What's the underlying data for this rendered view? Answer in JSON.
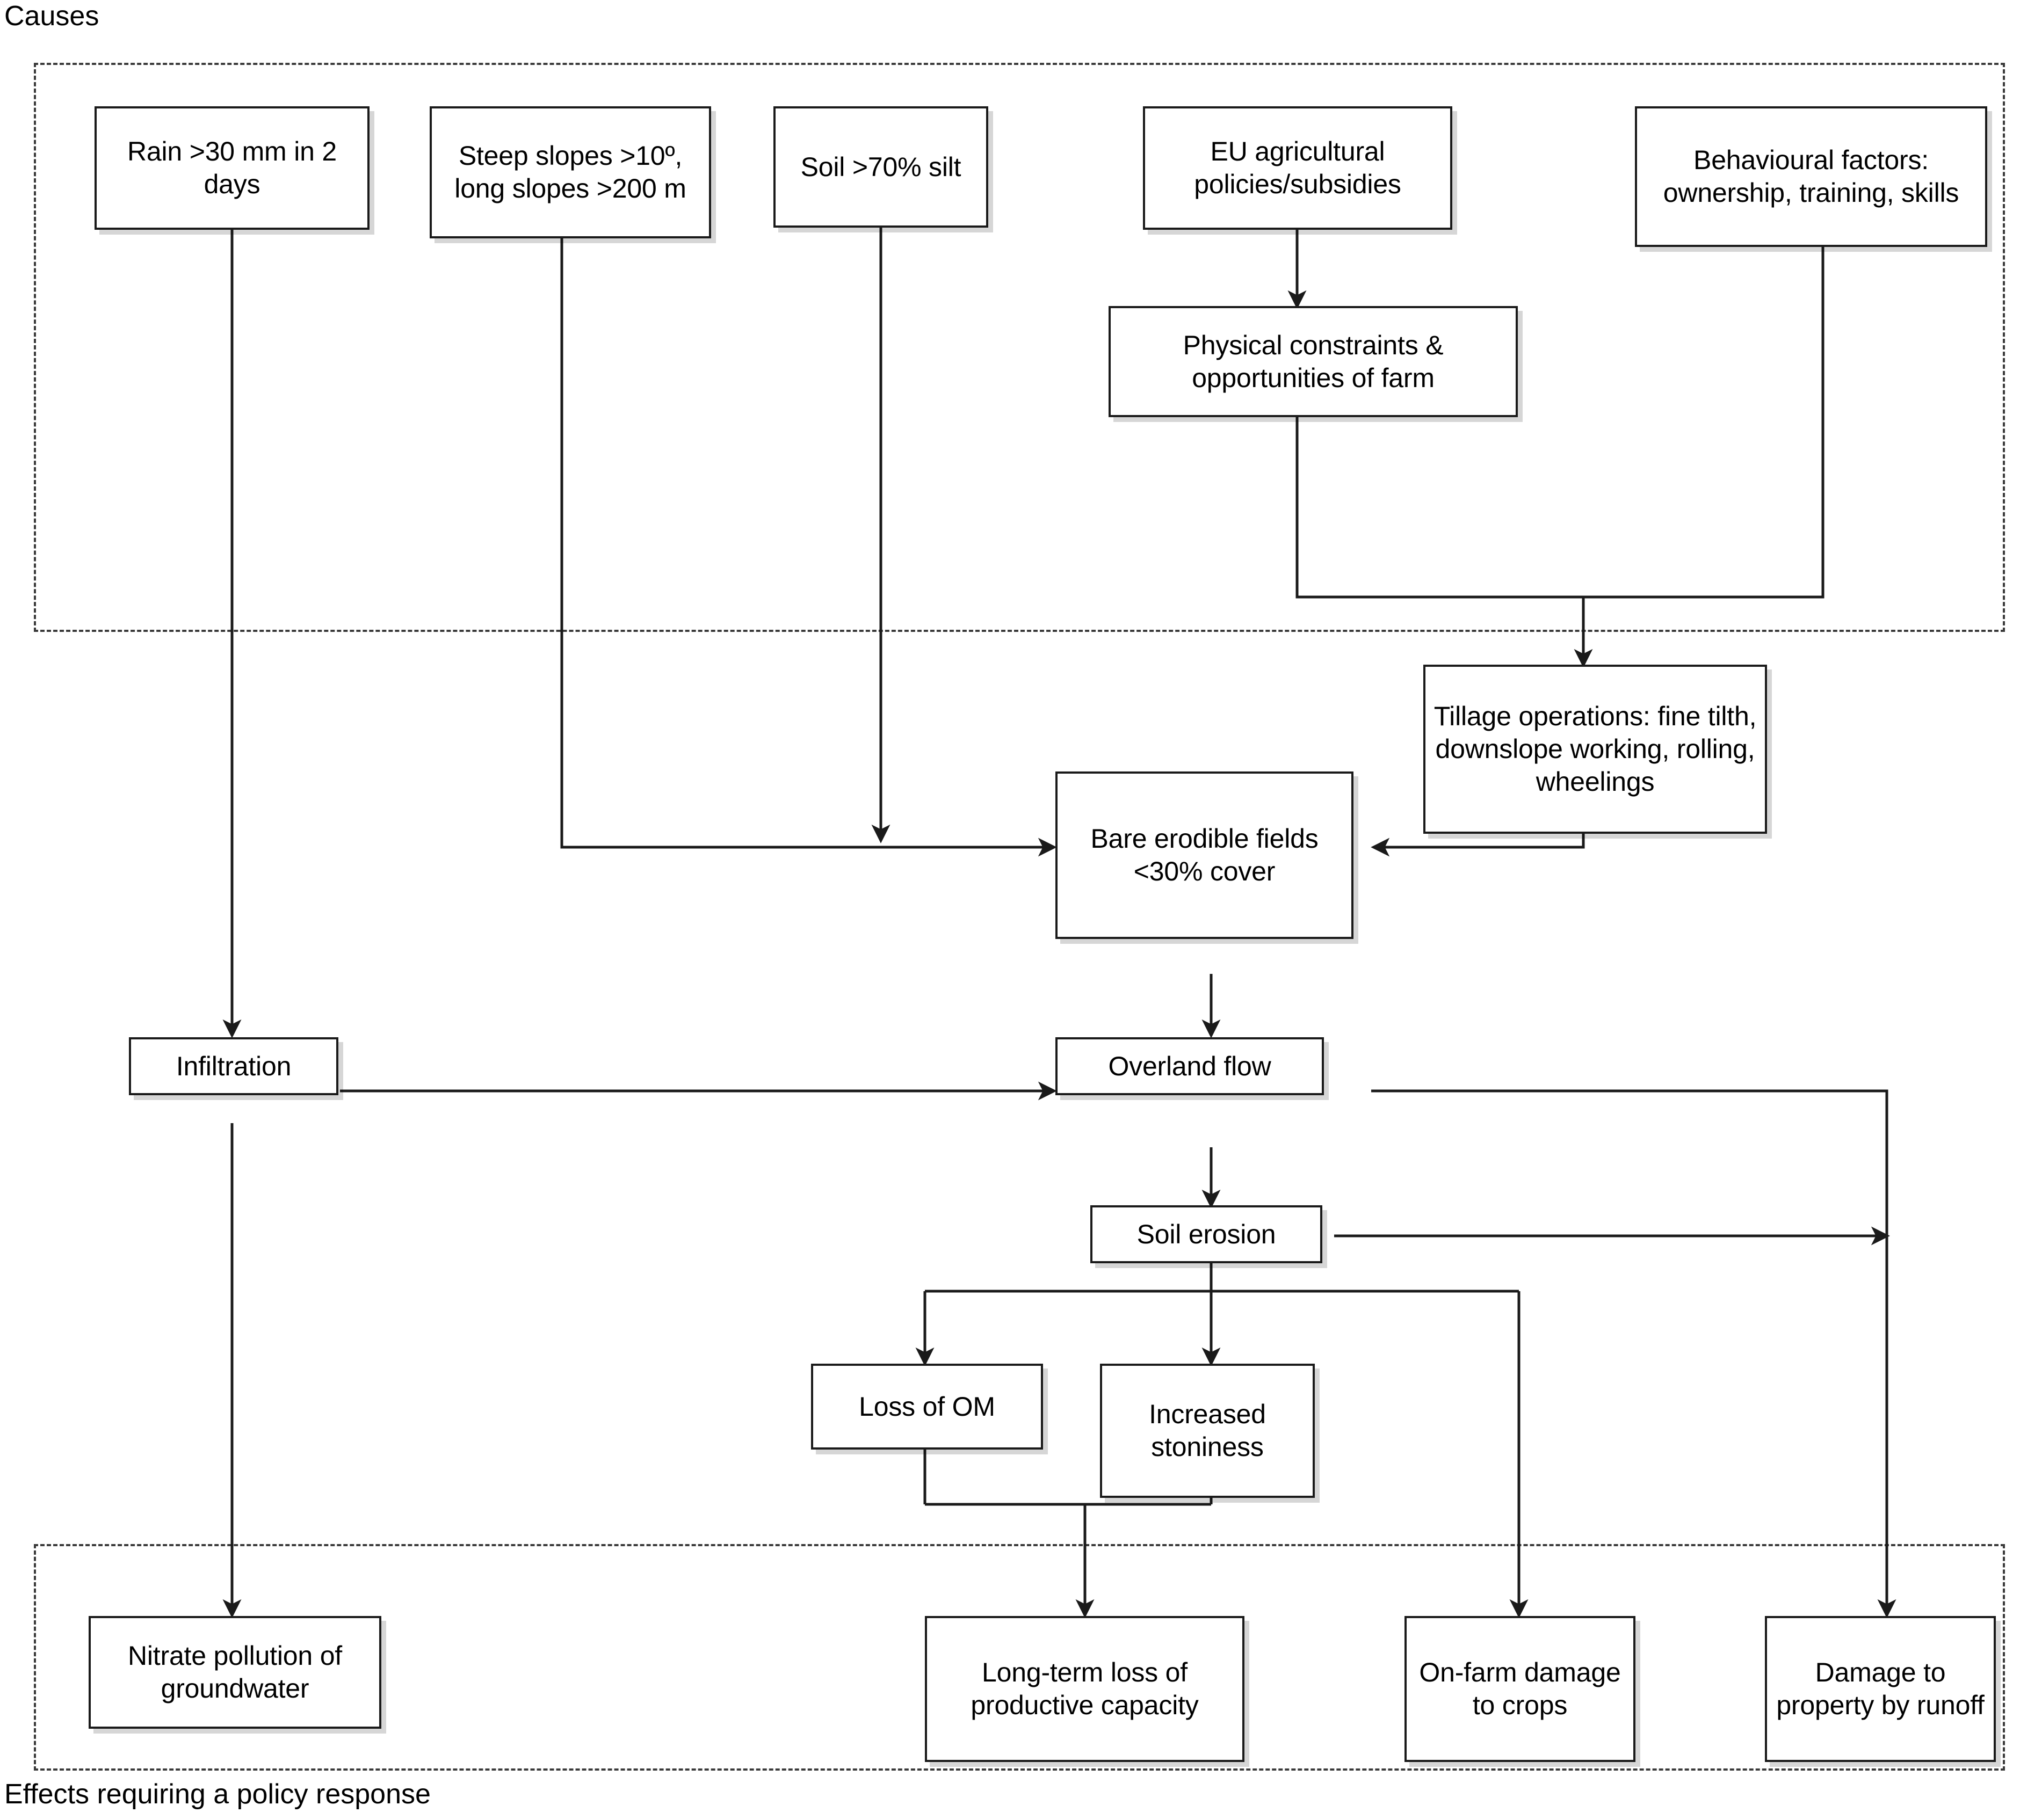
{
  "diagram": {
    "title_top": "Causes",
    "title_bottom": "Effects requiring a policy response",
    "type": "flowchart",
    "zones": [
      {
        "id": "causes",
        "label": "Causes",
        "label_position": "above-left"
      },
      {
        "id": "effects",
        "label": "Effects requiring a policy response",
        "label_position": "below-left"
      }
    ],
    "nodes": [
      {
        "id": "rain",
        "label": "Rain >30 mm in 2 days",
        "zone": "causes"
      },
      {
        "id": "slopes",
        "label": "Steep slopes >10º, long slopes >200 m",
        "zone": "causes"
      },
      {
        "id": "silt",
        "label": "Soil >70% silt",
        "zone": "causes"
      },
      {
        "id": "eu",
        "label": "EU agricultural policies/subsidies",
        "zone": "causes"
      },
      {
        "id": "behaviour",
        "label": "Behavioural factors: ownership, training, skills",
        "zone": "causes"
      },
      {
        "id": "physical",
        "label": "Physical constraints & opportunities of farm",
        "zone": "causes"
      },
      {
        "id": "tillage",
        "label": "Tillage operations: fine tilth, downslope working, rolling, wheelings",
        "zone": "causes"
      },
      {
        "id": "bare",
        "label": "Bare erodible fields <30% cover",
        "zone": "middle"
      },
      {
        "id": "infiltration",
        "label": "Infiltration",
        "zone": "middle"
      },
      {
        "id": "overland",
        "label": "Overland flow",
        "zone": "middle"
      },
      {
        "id": "erosion",
        "label": "Soil erosion",
        "zone": "middle"
      },
      {
        "id": "om",
        "label": "Loss of OM",
        "zone": "middle"
      },
      {
        "id": "stones",
        "label": "Increased stoniness",
        "zone": "middle"
      },
      {
        "id": "nitrate",
        "label": "Nitrate pollution of groundwater",
        "zone": "effects"
      },
      {
        "id": "longterm",
        "label": "Long-term loss of productive capacity",
        "zone": "effects"
      },
      {
        "id": "onfarm",
        "label": "On-farm damage to crops",
        "zone": "effects"
      },
      {
        "id": "property",
        "label": "Damage to property by runoff",
        "zone": "effects"
      }
    ],
    "edges": [
      {
        "from": "rain",
        "to": "infiltration"
      },
      {
        "from": "slopes",
        "to": "bare"
      },
      {
        "from": "silt",
        "to": "bare"
      },
      {
        "from": "eu",
        "to": "physical"
      },
      {
        "from": "behaviour",
        "to": "tillage"
      },
      {
        "from": "physical",
        "to": "tillage"
      },
      {
        "from": "tillage",
        "to": "bare"
      },
      {
        "from": "bare",
        "to": "overland"
      },
      {
        "from": "infiltration",
        "to": "overland"
      },
      {
        "from": "infiltration",
        "to": "nitrate"
      },
      {
        "from": "overland",
        "to": "erosion"
      },
      {
        "from": "overland",
        "to": "property"
      },
      {
        "from": "erosion",
        "to": "om"
      },
      {
        "from": "erosion",
        "to": "stones"
      },
      {
        "from": "erosion",
        "to": "onfarm"
      },
      {
        "from": "erosion",
        "to": "property"
      },
      {
        "from": "om",
        "to": "longterm"
      },
      {
        "from": "stones",
        "to": "longterm"
      }
    ],
    "colors": {
      "node_border": "#1a1a1a",
      "node_fill": "#ffffff",
      "zone_border": "#3a3a3a",
      "line": "#1a1a1a",
      "text": "#000000"
    }
  }
}
